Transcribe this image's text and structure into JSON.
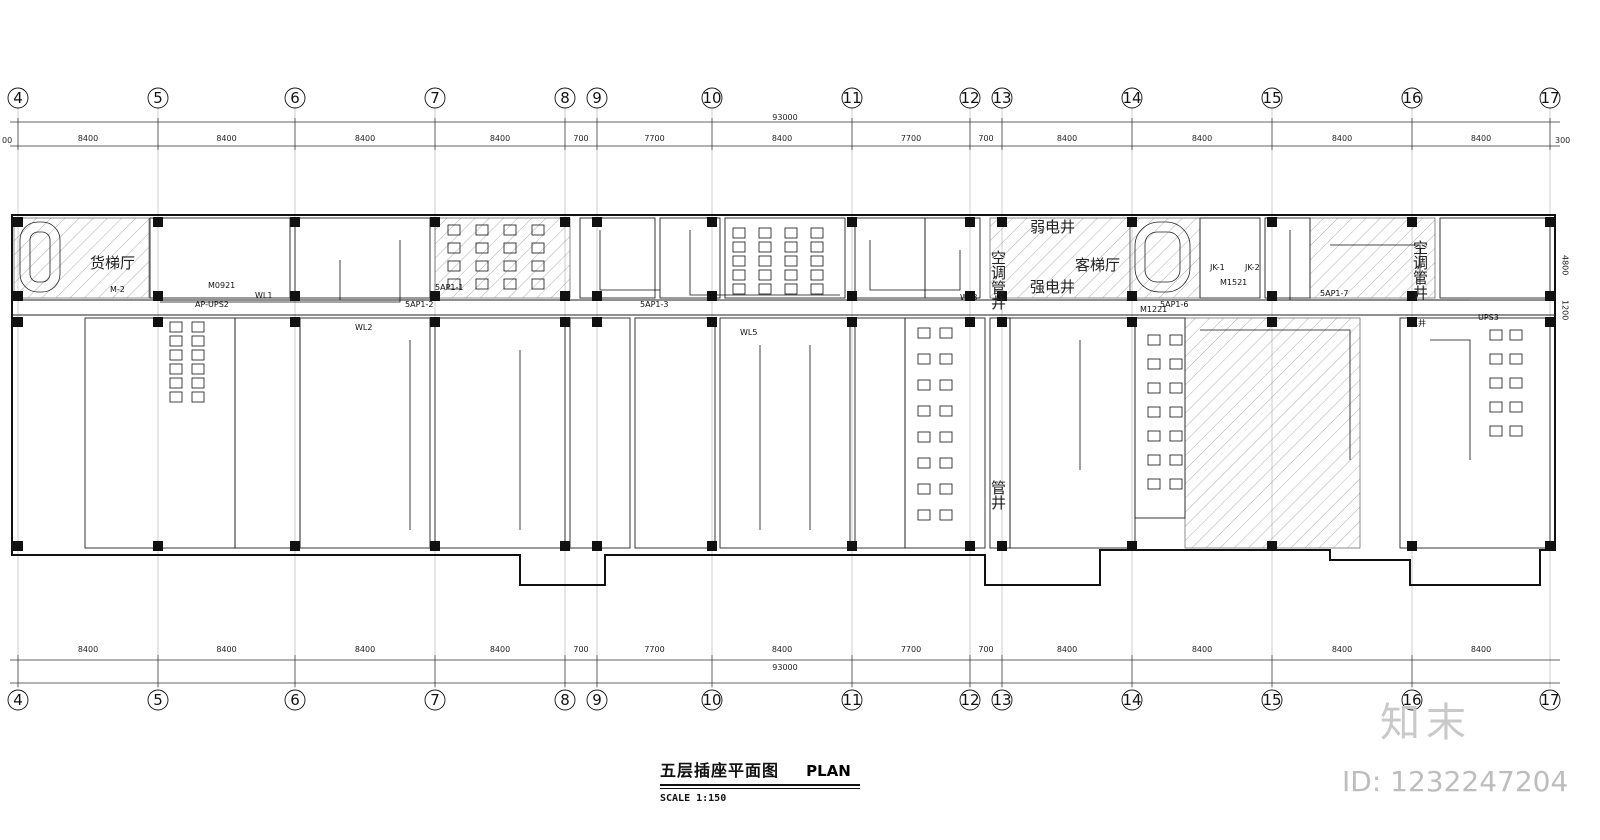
{
  "axes": [
    "4",
    "5",
    "6",
    "7",
    "8",
    "9",
    "10",
    "11",
    "12",
    "13",
    "14",
    "15",
    "16",
    "17"
  ],
  "dims": {
    "total": "93000",
    "spans": [
      "8400",
      "8400",
      "8400",
      "8400",
      "700",
      "7700",
      "8400",
      "7700",
      "700",
      "8400",
      "8400",
      "8400",
      "8400"
    ],
    "edge_left": "00",
    "edge_right": "300",
    "side": [
      "4800",
      "1200"
    ]
  },
  "rooms": {
    "stair_hall_left": "货梯厅",
    "stair_hall_right": "客梯厅",
    "shaft_air": "空调管井",
    "shaft_weak": "弱电井",
    "shaft_strong": "强电井",
    "shaft_air_right": "空调管井",
    "pipe_shaft": "管井",
    "water_well": "水井",
    "jk1": "JK-1",
    "jk2": "JK-2",
    "m2": "M-2",
    "m0921": "M0921",
    "m1521": "M1521",
    "m1221": "M1221",
    "ap_ups2": "AP-UPS2",
    "sap1_1": "5AP1-1",
    "sap1_2": "5AP1-2",
    "sap1_3": "5AP1-3",
    "sap1_6": "5AP1-6",
    "sap1_7": "5AP1-7",
    "ups3": "UPS3",
    "wl1": "WL1",
    "wl2": "WL2",
    "wl3": "WL3",
    "wl5": "WL5"
  },
  "title": {
    "main": "五层插座平面图",
    "plan": "PLAN",
    "scale": "SCALE   1:150"
  },
  "brand": {
    "logo": "知末",
    "id": "ID: 1232247204"
  }
}
